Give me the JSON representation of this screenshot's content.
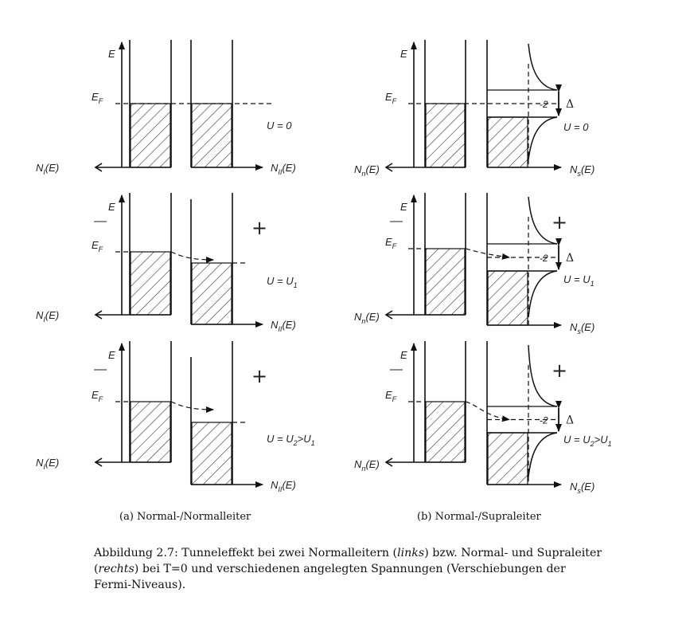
{
  "panels": {
    "left": [
      {
        "e": "E",
        "ef": "E",
        "ef_sub": "F",
        "nl": "N",
        "nl_sub": "I",
        "nl_tail": "(E)",
        "nr": "N",
        "nr_sub": "II",
        "nr_tail": "(E)",
        "u": "U = 0",
        "minus": "",
        "plus": ""
      },
      {
        "e": "E",
        "ef": "E",
        "ef_sub": "F",
        "nl": "N",
        "nl_sub": "I",
        "nl_tail": "(E)",
        "nr": "N",
        "nr_sub": "II",
        "nr_tail": "(E)",
        "u": "U = U",
        "u_sub": "1",
        "minus": "—",
        "plus": "+"
      },
      {
        "e": "E",
        "ef": "E",
        "ef_sub": "F",
        "nl": "N",
        "nl_sub": "I",
        "nl_tail": "(E)",
        "nr": "N",
        "nr_sub": "II",
        "nr_tail": "(E)",
        "u": "U = U",
        "u_sub": "2",
        "u_tail": ">U",
        "u_sub2": "1",
        "minus": "—",
        "plus": "+"
      }
    ],
    "right": [
      {
        "e": "E",
        "ef": "E",
        "ef_sub": "F",
        "nl": "N",
        "nl_sub": "n",
        "nl_tail": "(E)",
        "nr": "N",
        "nr_sub": "s",
        "nr_tail": "(E)",
        "gap": "2",
        "delta": "Δ",
        "u": "U = 0",
        "minus": "",
        "plus": ""
      },
      {
        "e": "E",
        "ef": "E",
        "ef_sub": "F",
        "nl": "N",
        "nl_sub": "n",
        "nl_tail": "(E)",
        "nr": "N",
        "nr_sub": "s",
        "nr_tail": "(E)",
        "gap": "2",
        "delta": "Δ",
        "u": "U = U",
        "u_sub": "1",
        "minus": "—",
        "plus": "+"
      },
      {
        "e": "E",
        "ef": "E",
        "ef_sub": "F",
        "nl": "N",
        "nl_sub": "n",
        "nl_tail": "(E)",
        "nr": "N",
        "nr_sub": "s",
        "nr_tail": "(E)",
        "gap": "2",
        "delta": "Δ",
        "u": "U = U",
        "u_sub": "2",
        "u_tail": ">U",
        "u_sub2": "1",
        "minus": "—",
        "plus": "+"
      }
    ]
  },
  "subcaptions": {
    "a": "(a) Normal-/Normalleiter",
    "b": "(b) Normal-/Supraleiter"
  },
  "caption": {
    "p1": "Abbildung 2.7: Tunneleffekt bei zwei Normalleitern (",
    "links": "links",
    "p2": ") bzw. Normal- und Supraleiter (",
    "rechts": "rechts",
    "p3": ") bei T=0 und verschiedenen angelegten Spannungen (Verschiebungen der Fermi-Niveaus)."
  }
}
